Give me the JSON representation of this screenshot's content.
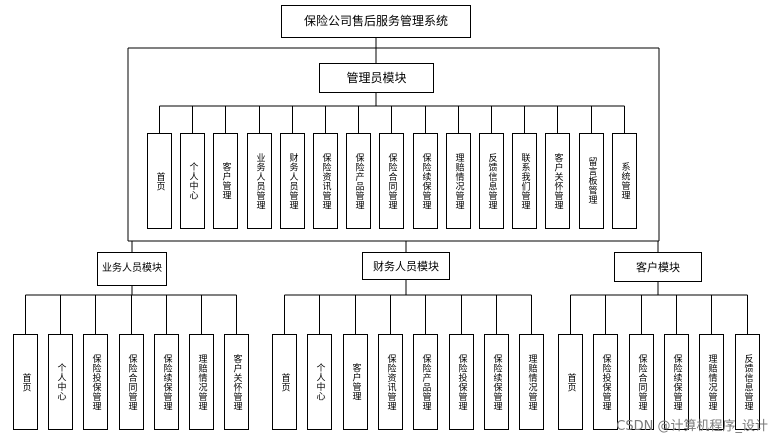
{
  "title": "保险公司售后服务管理系统",
  "admin": {
    "label": "管理员模块",
    "items": [
      "首页",
      "个人中心",
      "客户管理",
      "业务人员管理",
      "财务人员管理",
      "保险资讯管理",
      "保险产品管理",
      "保险合同管理",
      "保险续保管理",
      "理赔情况管理",
      "反馈信息管理",
      "联系我们管理",
      "客户关怀管理",
      "留言板管理",
      "系统管理"
    ]
  },
  "modules": [
    {
      "label": "业务人员模块",
      "items": [
        "首页",
        "个人中心",
        "保险投保管理",
        "保险合同管理",
        "保险续保管理",
        "理赔情况管理",
        "客户关怀管理"
      ]
    },
    {
      "label": "财务人员模块",
      "items": [
        "首页",
        "个人中心",
        "客户管理",
        "保险资讯管理",
        "保险产品管理",
        "保险投保管理",
        "保险续保管理",
        "理赔情况管理"
      ]
    },
    {
      "label": "客户模块",
      "items": [
        "首页",
        "保险投保管理",
        "保险合同管理",
        "保险续保管理",
        "理赔情况管理",
        "反馈信息管理"
      ]
    }
  ],
  "watermark": "CSDN @计算机程序_设计"
}
